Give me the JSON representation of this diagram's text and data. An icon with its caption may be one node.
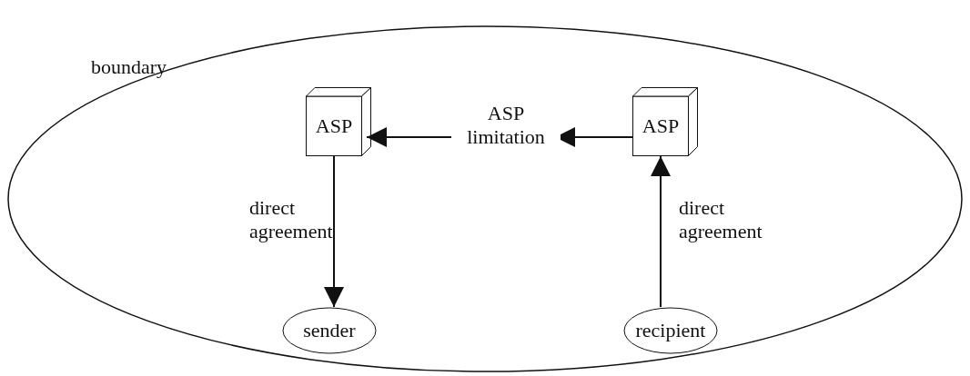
{
  "diagram": {
    "nodes": [
      {
        "text": [
          "boundary"
        ]
      },
      {
        "text": [
          "ASP"
        ],
        "in": 0
      },
      {
        "text": [
          "ASP"
        ],
        "in": 0
      },
      {
        "text": [
          "sender"
        ],
        "in": 0
      },
      {
        "text": [
          "recipient"
        ],
        "in": 0
      }
    ],
    "edges": [
      {
        "from": 2,
        "to": 1,
        "arrow": "to",
        "label": "ASP limitation"
      },
      {
        "from": 1,
        "to": 3,
        "arrow": "to",
        "label": "direct agreement"
      },
      {
        "from": 4,
        "to": 2,
        "arrow": "to",
        "label": "direct agreement"
      }
    ]
  }
}
